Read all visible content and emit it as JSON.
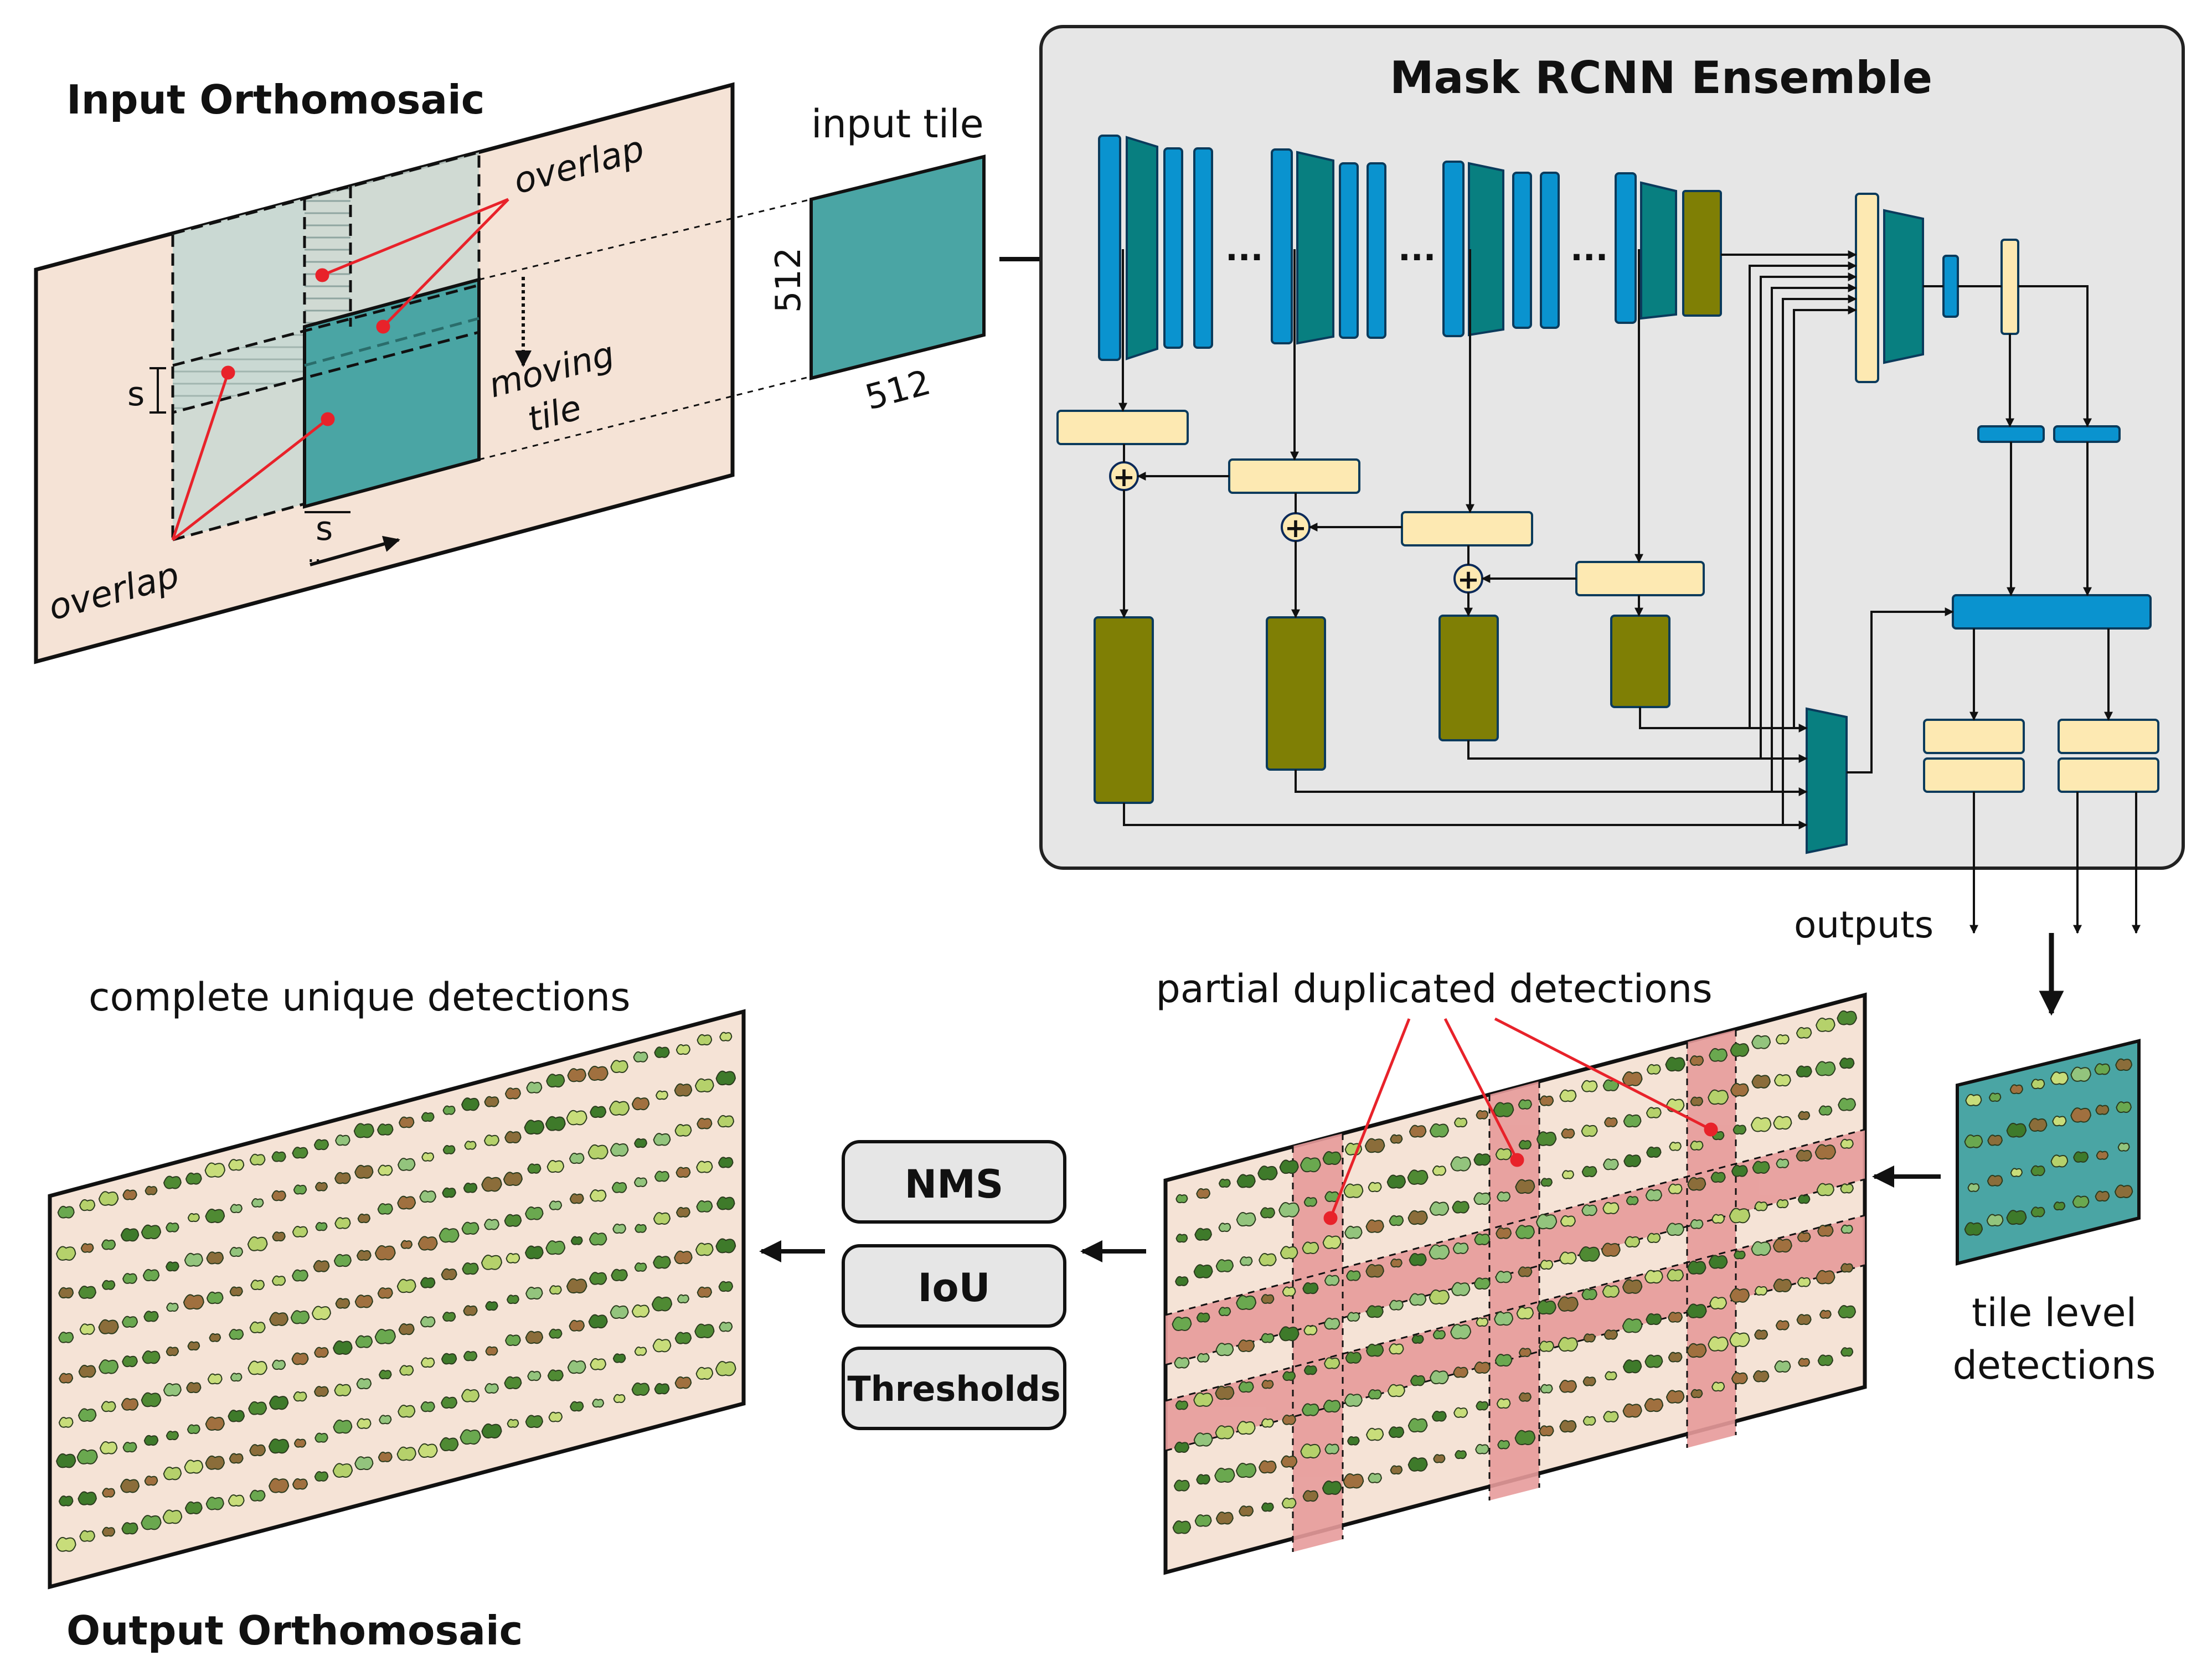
{
  "labels": {
    "input_title": "Input  Orthomosaic",
    "output_title": "Output  Orthomosaic",
    "input_tile": "input tile",
    "dim_w": "512",
    "dim_h": "512",
    "overlap_top": "overlap",
    "overlap_bottom": "overlap",
    "moving_tile_1": "moving",
    "moving_tile_2": "tile",
    "stride_v": "s",
    "stride_h": "s",
    "ensemble_title": "Mask RCNN Ensemble",
    "ellipsis": "...",
    "outputs": "outputs",
    "partial": "partial duplicated detections",
    "complete": "complete unique detections",
    "tile_level_1": "tile level",
    "tile_level_2": "detections"
  },
  "postprocess_buttons": [
    "NMS",
    "IoU",
    "Thresholds"
  ],
  "colors": {
    "tile_teal": "#4aa5a4",
    "dark_teal": "#087f80",
    "conv_blue": "#0a93cf",
    "olive": "#7f7f05",
    "cream": "#fde9b2",
    "panel_gray": "#e6e6e6",
    "mosaic_pink": "#f5e3d6",
    "duplicate_red": "#e79b9b",
    "annotation_red": "#e8222a"
  }
}
